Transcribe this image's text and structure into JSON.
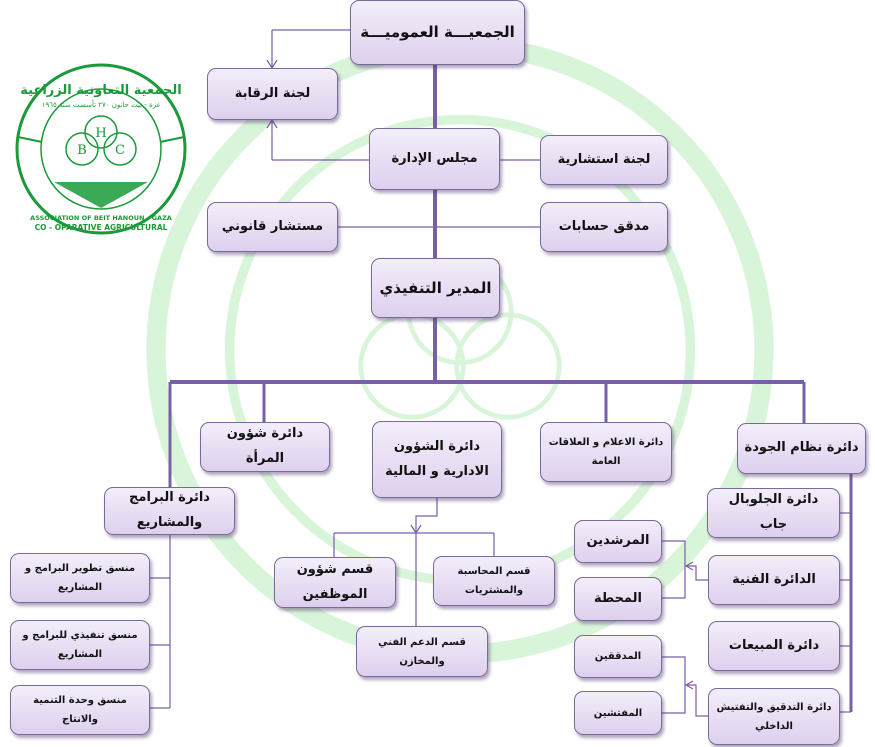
{
  "logo": {
    "arabic_name": "الجمعية التعاونية الزراعية",
    "arabic_sub": "غزة - بيت حانون ٢٧٠ تأسست سنة ١٩٦٥",
    "english_top": "ASSOCIATION OF BEIT HANOUN - GAZA",
    "english_bottom": "CO - OPARATIVE AGRICULTURAL",
    "letters": [
      "B",
      "H",
      "C"
    ]
  },
  "colors": {
    "line": "#7a5ea8",
    "logo": "#1a9a3a"
  },
  "nodes": {
    "general_assembly": "الجمعيـــة العموميـــة",
    "oversight_committee": "لجنة الرقابة",
    "board": "مجلس الإدارة",
    "advisory_committee": "لجنة استشارية",
    "legal_advisor": "مستشار قانوني",
    "auditor": "مدقق حسابات",
    "executive_director": "المدير التنفيذي",
    "women_affairs": "دائرة شؤون المرأة",
    "admin_finance": "دائرة الشؤون الادارية و المالية",
    "media_relations": "دائرة الاعلام و العلاقات العامة",
    "quality_system": "دائرة نظام الجودة",
    "programs_projects": "دائرة البرامج والمشاريع",
    "coord_dev": "منسق تطوير البرامج و المشاريع",
    "coord_exec": "منسق تنفيذي للبرامج و المشاريع",
    "coord_unit": "منسق وحدة التنمية والانتاج",
    "hr": "قسم شؤون الموظفين",
    "accounting": "قسم المحاسبة والمشتريات",
    "tech_support": "قسم الدعم الفني والمخازن",
    "globalgap": "دائرة الجلوبال جاب",
    "technical": "الدائرة الفنية",
    "sales": "دائرة المبيعات",
    "internal_audit": "دائرة التدقيق والتفتيش الداخلي",
    "advisors": "المرشدين",
    "station": "المحطة",
    "auditors": "المدققين",
    "inspectors": "المفتشين"
  }
}
